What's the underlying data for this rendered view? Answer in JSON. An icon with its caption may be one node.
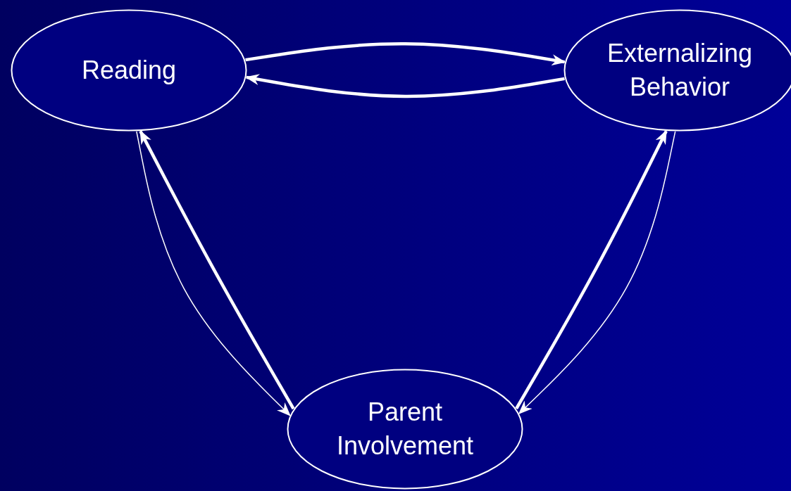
{
  "diagram": {
    "nodes": [
      {
        "text": [
          "Reading"
        ]
      },
      {
        "text": [
          "Externalizing Behavior"
        ]
      },
      {
        "text": [
          "Parent Involvement"
        ]
      }
    ],
    "edges": [
      {
        "from": 0,
        "to": 1,
        "arrow": "to"
      },
      {
        "from": 1,
        "to": 0,
        "arrow": "to"
      },
      {
        "from": 2,
        "to": 0,
        "arrow": "to"
      },
      {
        "from": 0,
        "to": 2,
        "arrow": "to"
      },
      {
        "from": 2,
        "to": 1,
        "arrow": "to"
      },
      {
        "from": 1,
        "to": 2,
        "arrow": "to"
      }
    ]
  }
}
